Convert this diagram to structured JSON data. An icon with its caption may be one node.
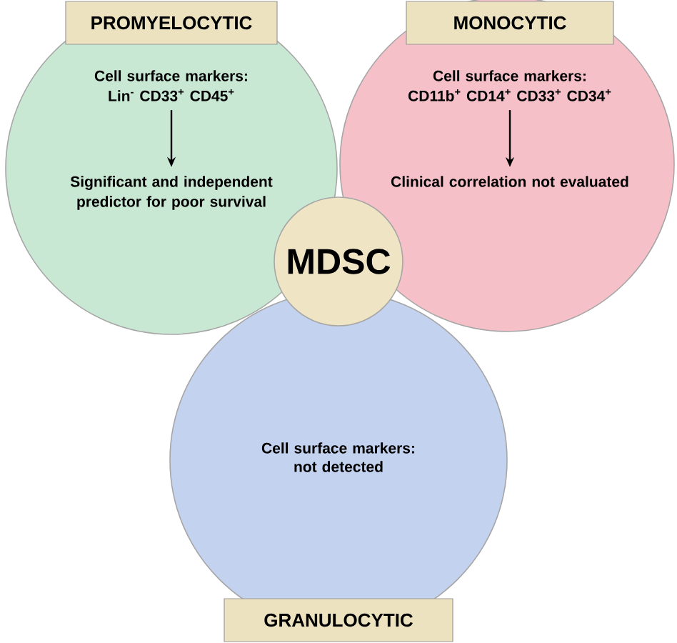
{
  "diagram": {
    "nodes": [
      {
        "text": [
          "PROMYELOCYTIC"
        ]
      },
      {
        "text": [
          "Cell surface markers: Lin$^{-}$ CD33$^{+}$ CD45$^{+}$"
        ],
        "in": 0
      },
      {
        "text": [
          "Significant and independent predictor for poor survival"
        ],
        "in": 0
      },
      {
        "text": [
          "MONOCYTIC"
        ]
      },
      {
        "text": [
          "Cell surface markers: CD11b$^{+}$ CD14$^{+}$ CD33$^{+}$ CD34$^{+}$"
        ],
        "in": 3
      },
      {
        "text": [
          "Clinical correlation not evaluated"
        ],
        "in": 3
      },
      {
        "text": [
          "Cell surface markers: not detected",
          "GRANULOCYTIC"
        ]
      },
      {
        "text": [
          "MDSC"
        ]
      }
    ],
    "edges": [
      {
        "from": 1,
        "to": 2,
        "arrow": "to"
      },
      {
        "from": 4,
        "to": 5,
        "arrow": "to"
      }
    ]
  }
}
